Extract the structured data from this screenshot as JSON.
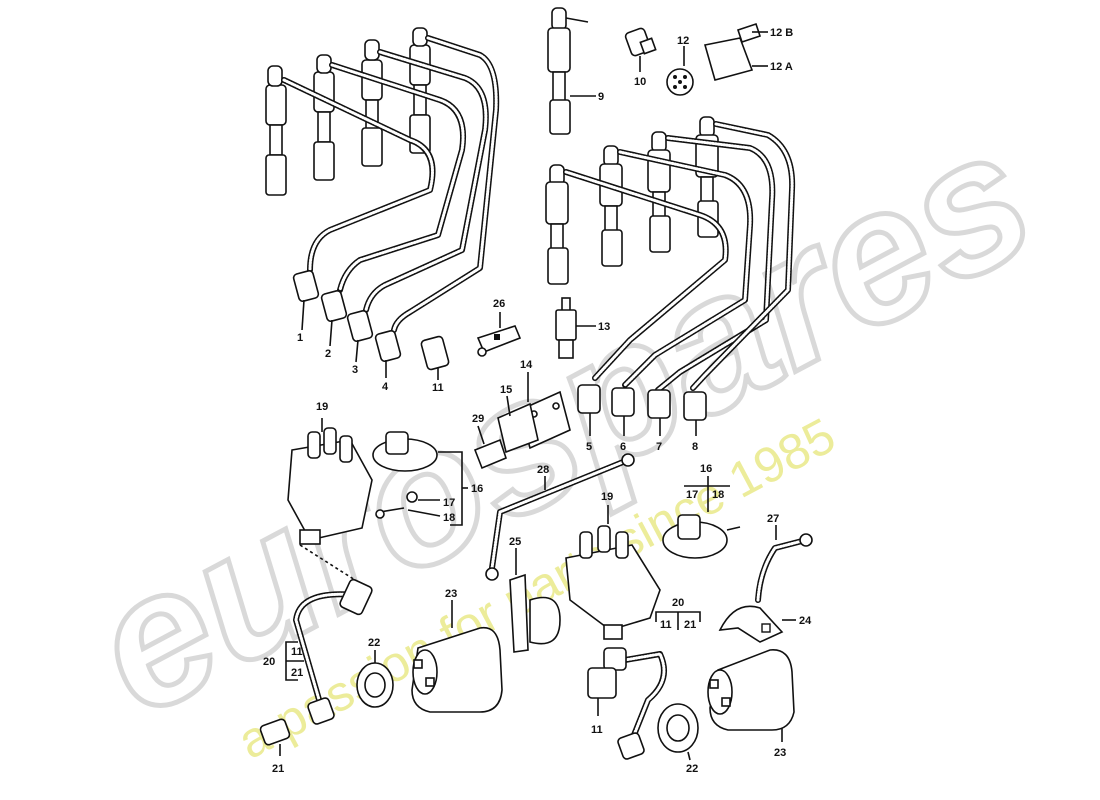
{
  "watermark": {
    "brand": "eurospares",
    "tagline": "a passion for parts since 1985",
    "brand_color": "#d9d9d9",
    "tagline_color": "#ecec9a"
  },
  "callouts": {
    "c1": "1",
    "c2": "2",
    "c3": "3",
    "c4": "4",
    "c5": "5",
    "c6": "6",
    "c7": "7",
    "c8": "8",
    "c9": "9",
    "c10": "10",
    "c11a": "11",
    "c11b": "11",
    "c11c": "11",
    "c11d": "11",
    "c12": "12",
    "c12a": "12 A",
    "c12b": "12 B",
    "c13": "13",
    "c14": "14",
    "c15": "15",
    "c16a": "16",
    "c16b": "16",
    "c17a": "17",
    "c17b": "17",
    "c18a": "18",
    "c18b": "18",
    "c19a": "19",
    "c19b": "19",
    "c20a": "20",
    "c20b": "20",
    "c21a": "21",
    "c21b": "21",
    "c21c": "21",
    "c22a": "22",
    "c22b": "22",
    "c23a": "23",
    "c23b": "23",
    "c24": "24",
    "c25": "25",
    "c26": "26",
    "c27": "27",
    "c28": "28",
    "c29": "29"
  }
}
